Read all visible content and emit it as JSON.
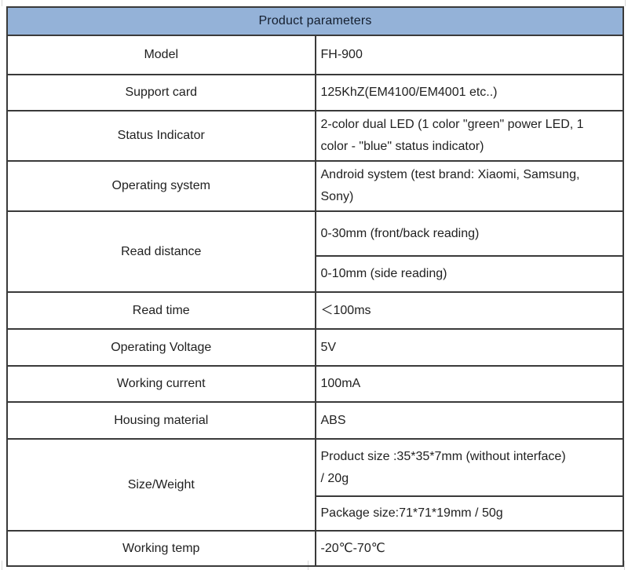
{
  "table": {
    "title": "Product parameters",
    "rows": [
      {
        "label": "Model",
        "cells": [
          {
            "lines": [
              "FH-900"
            ]
          }
        ]
      },
      {
        "label": "Support card",
        "cells": [
          {
            "lines": [
              "125KhZ(EM4100/EM4001 etc..)"
            ]
          }
        ]
      },
      {
        "label": "Status Indicator",
        "cells": [
          {
            "lines": [
              "2-color dual LED (1 color \"green\" power LED, 1",
              "color - \"blue\" status indicator)"
            ]
          }
        ]
      },
      {
        "label": "Operating system",
        "cells": [
          {
            "lines": [
              "Android system (test brand: Xiaomi, Samsung,",
              "Sony)"
            ]
          }
        ]
      },
      {
        "label": "Read distance",
        "cells": [
          {
            "lines": [
              "0-30mm (front/back reading)"
            ]
          },
          {
            "lines": [
              "0-10mm (side reading)"
            ]
          }
        ]
      },
      {
        "label": "Read time",
        "cells": [
          {
            "lines": [
              "＜100ms"
            ]
          }
        ]
      },
      {
        "label": "Operating Voltage",
        "cells": [
          {
            "lines": [
              "5V"
            ]
          }
        ]
      },
      {
        "label": "Working current",
        "cells": [
          {
            "lines": [
              "100mA"
            ]
          }
        ]
      },
      {
        "label": "Housing material",
        "cells": [
          {
            "lines": [
              "ABS"
            ]
          }
        ]
      },
      {
        "label": "Size/Weight",
        "cells": [
          {
            "lines": [
              "Product size :35*35*7mm (without interface)",
              "/ 20g"
            ]
          },
          {
            "lines": [
              "Package size:71*71*19mm / 50g"
            ]
          }
        ]
      },
      {
        "label": "Working temp",
        "cells": [
          {
            "lines": [
              "-20℃-70℃"
            ]
          }
        ]
      }
    ],
    "colors": {
      "header_bg": "#94b2d8",
      "header_border": "#16243d",
      "cell_border": "#3a3a3a",
      "text": "#212121",
      "gridline": "#d8d8d8"
    }
  }
}
